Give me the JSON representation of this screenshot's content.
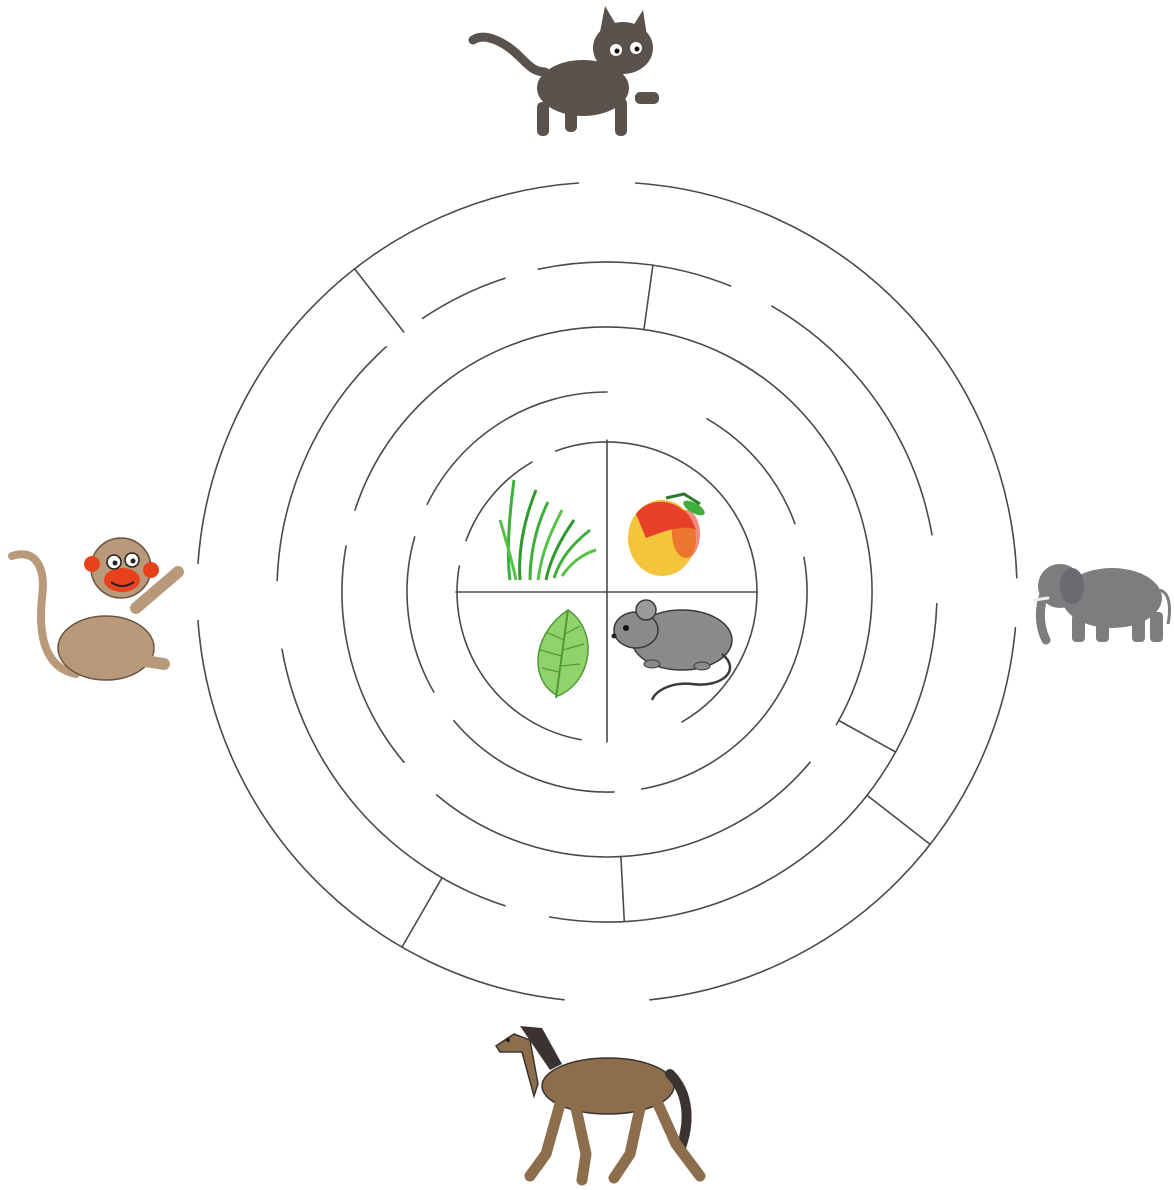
{
  "puzzle": {
    "type": "circular maze",
    "animals": [
      {
        "id": "cat",
        "icon": "cat-icon",
        "position": "top"
      },
      {
        "id": "monkey",
        "icon": "monkey-icon",
        "position": "left"
      },
      {
        "id": "elephant",
        "icon": "elephant-icon",
        "position": "right"
      },
      {
        "id": "horse",
        "icon": "horse-icon",
        "position": "bottom"
      }
    ],
    "foods": [
      {
        "id": "grass",
        "icon": "grass-icon",
        "quadrant": "top-left"
      },
      {
        "id": "mango",
        "icon": "mango-icon",
        "quadrant": "top-right"
      },
      {
        "id": "leaf",
        "icon": "leaf-icon",
        "quadrant": "bottom-left"
      },
      {
        "id": "mouse",
        "icon": "mouse-icon",
        "quadrant": "bottom-right"
      }
    ]
  },
  "colors": {
    "maze_line": "#4a4a4a",
    "background": "#ffffff",
    "cat": "#5a524c",
    "monkey": "#b8997a",
    "monkey_face": "#e8421c",
    "elephant": "#7d7d80",
    "horse": "#8c6e4c",
    "horse_mane": "#3a3330",
    "grass": "#3fae3a",
    "mango_red": "#e8402a",
    "mango_yellow": "#f2c53a",
    "leaf": "#8fd36a",
    "mouse": "#8a8a8c"
  }
}
